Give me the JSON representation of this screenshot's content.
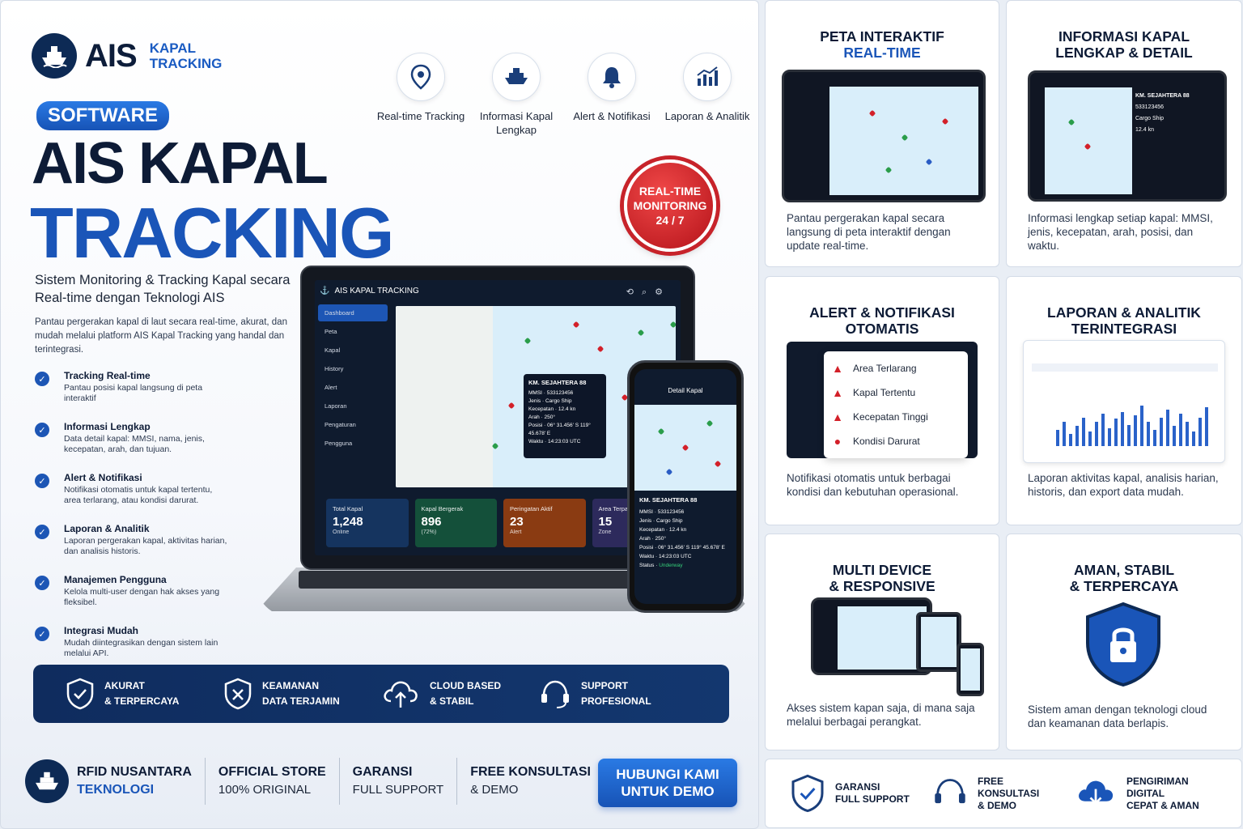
{
  "brand": {
    "name": "AIS",
    "sub1": "KAPAL",
    "sub2": "TRACKING"
  },
  "pill": "SOFTWARE",
  "headline": {
    "line1": "AIS KAPAL",
    "line2": "TRACKING"
  },
  "subtitle": "Sistem Monitoring & Tracking Kapal secara Real-time dengan Teknologi AIS",
  "description": "Pantau pergerakan kapal di laut secara real-time, akurat, dan mudah melalui platform AIS Kapal Tracking yang handal dan terintegrasi.",
  "features": [
    {
      "title": "Tracking Real-time",
      "desc": "Pantau posisi kapal langsung di peta interaktif"
    },
    {
      "title": "Informasi Lengkap",
      "desc": "Data detail kapal: MMSI, nama, jenis, kecepatan, arah, dan tujuan."
    },
    {
      "title": "Alert & Notifikasi",
      "desc": "Notifikasi otomatis untuk kapal tertentu, area terlarang, atau kondisi darurat."
    },
    {
      "title": "Laporan & Analitik",
      "desc": "Laporan pergerakan kapal, aktivitas harian, dan analisis historis."
    },
    {
      "title": "Manajemen Pengguna",
      "desc": "Kelola multi-user dengan hak akses yang fleksibel."
    },
    {
      "title": "Integrasi Mudah",
      "desc": "Mudah diintegrasikan dengan sistem lain melalui API."
    }
  ],
  "top_icons": [
    {
      "icon": "location-pin-icon",
      "label": "Real-time Tracking"
    },
    {
      "icon": "ship-icon",
      "label": "Informasi Kapal Lengkap"
    },
    {
      "icon": "bell-icon",
      "label": "Alert & Notifikasi"
    },
    {
      "icon": "bar-chart-icon",
      "label": "Laporan & Analitik"
    }
  ],
  "badge": {
    "l1": "REAL-TIME",
    "l2": "MONITORING",
    "l3": "24 / 7"
  },
  "dashboard": {
    "title": "AIS KAPAL TRACKING",
    "menu": [
      "Dashboard",
      "Peta",
      "Kapal",
      "History",
      "Alert",
      "Laporan",
      "Pengaturan",
      "Pengguna"
    ],
    "vessel": {
      "name": "KM. SEJAHTERA 88",
      "rows": [
        [
          "MMSI",
          "533123456"
        ],
        [
          "Jenis",
          "Cargo Ship"
        ],
        [
          "Kecepatan",
          "12.4 kn"
        ],
        [
          "Arah",
          "250°"
        ],
        [
          "Posisi",
          "06° 31.456' S 119° 45.678' E"
        ],
        [
          "Waktu",
          "14:23:03 UTC"
        ]
      ]
    },
    "cards": [
      {
        "label": "Total Kapal",
        "value": "1,248",
        "sub": "Online",
        "color": "#15345f"
      },
      {
        "label": "Kapal Bergerak",
        "value": "896",
        "sub": "(72%)",
        "color": "#14503a"
      },
      {
        "label": "Peringatan Aktif",
        "value": "23",
        "sub": "Alert",
        "color": "#8a3b12"
      },
      {
        "label": "Area Terpantau",
        "value": "15",
        "sub": "Zone",
        "color": "#2d2a5c"
      }
    ]
  },
  "phone": {
    "title": "Detail Kapal",
    "vessel": "KM. SEJAHTERA 88",
    "rows": [
      [
        "MMSI",
        "533123456"
      ],
      [
        "Jenis",
        "Cargo Ship"
      ],
      [
        "Kecepatan",
        "12.4 kn"
      ],
      [
        "Arah",
        "250°"
      ],
      [
        "Posisi",
        "06° 31.456' S 119° 45.678' E"
      ],
      [
        "Waktu",
        "14:23:03 UTC"
      ],
      [
        "Status",
        "Underway"
      ]
    ],
    "status_color": "#36d17a"
  },
  "bar": [
    {
      "icon": "shield-check-icon",
      "l1": "AKURAT",
      "l2": "& TERPERCAYA"
    },
    {
      "icon": "shield-lock-icon",
      "l1": "KEAMANAN",
      "l2": "DATA TERJAMIN"
    },
    {
      "icon": "cloud-upload-icon",
      "l1": "CLOUD BASED",
      "l2": "& STABIL"
    },
    {
      "icon": "headset-icon",
      "l1": "SUPPORT",
      "l2": "PROFESIONAL"
    }
  ],
  "footer": {
    "company1": "RFID NUSANTARA",
    "company2": "TEKNOLOGI",
    "store1": "OFFICIAL STORE",
    "store2": "100% ORIGINAL",
    "garansi1": "GARANSI",
    "garansi2": "FULL SUPPORT",
    "konsul1": "FREE KONSULTASI",
    "konsul2": "& DEMO",
    "cta1": "HUBUNGI KAMI",
    "cta2": "UNTUK DEMO"
  },
  "panels": {
    "peta": {
      "t1": "PETA INTERAKTIF",
      "t2": "REAL-TIME",
      "desc": "Pantau pergerakan kapal secara langsung di peta interaktif dengan update real-time."
    },
    "info": {
      "t1": "INFORMASI KAPAL",
      "t2": "LENGKAP & DETAIL",
      "desc": "Informasi lengkap setiap kapal: MMSI, jenis, kecepatan, arah, posisi, dan waktu."
    },
    "alert": {
      "t1": "ALERT & NOTIFIKASI",
      "t2": "OTOMATIS",
      "items": [
        "Area Terlarang",
        "Kapal Tertentu",
        "Kecepatan Tinggi",
        "Kondisi Darurat"
      ],
      "desc": "Notifikasi otomatis untuk berbagai kondisi dan kebutuhan operasional."
    },
    "laporan": {
      "t1": "LAPORAN & ANALITIK",
      "t2": "TERINTEGRASI",
      "desc": "Laporan aktivitas kapal, analisis harian, historis, dan export data mudah."
    },
    "multi": {
      "t1": "MULTI DEVICE",
      "t2": "& RESPONSIVE",
      "desc": "Akses sistem kapan saja, di mana saja melalui berbagai perangkat."
    },
    "aman": {
      "t1": "AMAN, STABIL",
      "t2": "& TERPERCAYA",
      "desc": "Sistem aman dengan teknologi cloud dan keamanan data berlapis."
    }
  },
  "strip": [
    {
      "icon": "shield-check-icon",
      "l1": "GARANSI",
      "l2": "FULL SUPPORT"
    },
    {
      "icon": "headset-icon",
      "l1": "FREE",
      "l2": "KONSULTASI",
      "l3": "& DEMO"
    },
    {
      "icon": "cloud-download-icon",
      "l1": "PENGIRIMAN",
      "l2": "DIGITAL",
      "l3": "CEPAT & AMAN"
    }
  ],
  "colors": {
    "navy": "#0d1b36",
    "blue": "#1a55b8",
    "red": "#c7232a"
  }
}
